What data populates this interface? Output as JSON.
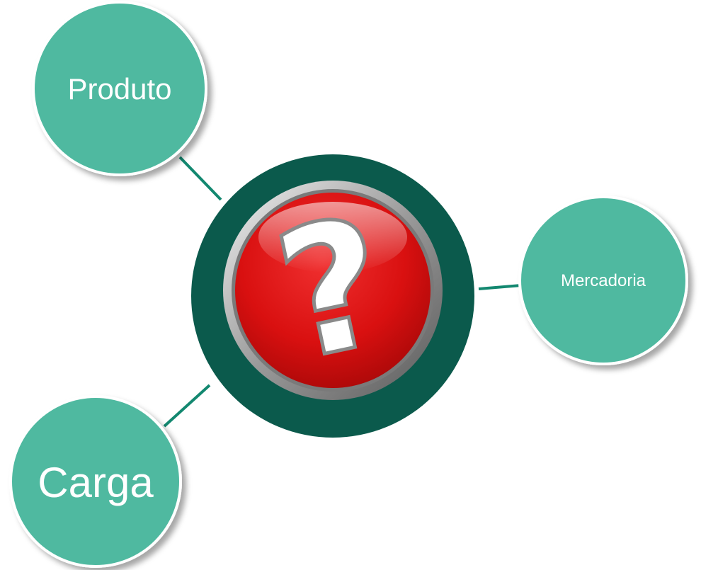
{
  "diagram": {
    "center": {
      "symbol": "?",
      "icon": "question-mark-icon",
      "ring_color": "#0b5a4c",
      "button_color": "#e01414"
    },
    "nodes": [
      {
        "id": "produto",
        "label": "Produto"
      },
      {
        "id": "mercadoria",
        "label": "Mercadoria"
      },
      {
        "id": "carga",
        "label": "Carga"
      }
    ],
    "node_color": "#4fb9a0",
    "connector_color": "#138870"
  }
}
